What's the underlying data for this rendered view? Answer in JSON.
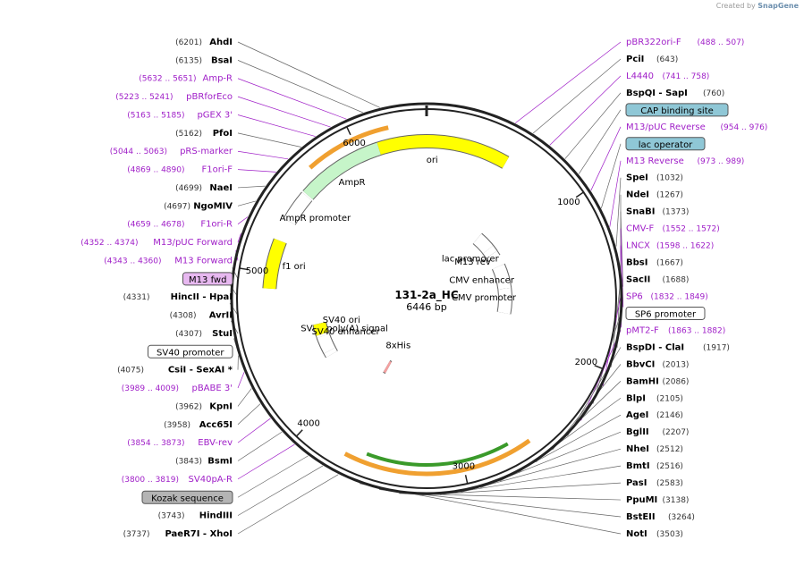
{
  "branding": {
    "created_by": "Created by",
    "app": "SnapGene"
  },
  "plasmid": {
    "name": "131-2a_HC",
    "size": "6446 bp",
    "length_bp": 6446
  },
  "ticks": [
    {
      "label": "1000",
      "bp": 1000
    },
    {
      "label": "2000",
      "bp": 2000
    },
    {
      "label": "3000",
      "bp": 3000
    },
    {
      "label": "4000",
      "bp": 4000
    },
    {
      "label": "5000",
      "bp": 5000
    },
    {
      "label": "6000",
      "bp": 6000
    }
  ],
  "features": [
    {
      "name": "ori",
      "start": 5990,
      "end": 540,
      "track": "outer",
      "color": "#ffff00",
      "dir": "cw",
      "label": "ori"
    },
    {
      "name": "lac-promoter",
      "start": 720,
      "end": 1060,
      "track": "inner",
      "color": "#ffffff",
      "dir": "cw",
      "label": "lac promoter"
    },
    {
      "name": "m13-rev",
      "start": 920,
      "end": 1000,
      "track": "inner",
      "color": "#ffffff",
      "dir": "cw",
      "label": "M13 rev"
    },
    {
      "name": "cmv-enhancer",
      "start": 1180,
      "end": 1480,
      "track": "inner",
      "color": "#ffffff",
      "dir": "cw",
      "label": "CMV enhancer"
    },
    {
      "name": "cmv-promoter",
      "start": 1480,
      "end": 1800,
      "track": "inner",
      "color": "#ffffff",
      "dir": "cw",
      "label": "CMV promoter"
    },
    {
      "name": "amp-r",
      "start": 5570,
      "end": 6130,
      "track": "outer",
      "color": "#c6f5c9",
      "dir": "cw",
      "label": "AmpR"
    },
    {
      "name": "amp-r-promoter",
      "start": 5360,
      "end": 5560,
      "track": "outer",
      "color": "#ffffff",
      "dir": "cw",
      "label": "AmpR promoter"
    },
    {
      "name": "f1-ori",
      "start": 4900,
      "end": 5220,
      "track": "outer",
      "color": "#ffff00",
      "dir": "cw",
      "label": "f1 ori"
    },
    {
      "name": "sv40-poly-a",
      "start": 4290,
      "end": 4600,
      "track": "mid",
      "color": "#ffffff",
      "dir": "ccw",
      "label": "SV40 poly(A) signal"
    },
    {
      "name": "sv40-ori",
      "start": 4500,
      "end": 4600,
      "track": "mid",
      "color": "#ffff00",
      "dir": "cw",
      "label": "SV40 ori"
    },
    {
      "name": "sv40-enhancer",
      "start": 4330,
      "end": 4480,
      "track": "mid",
      "color": "#ffffff",
      "dir": "cw",
      "label": "SV40 enhancer"
    },
    {
      "name": "8xhis",
      "start": 3740,
      "end": 3770,
      "track": "inner",
      "color": "#f4a0a0",
      "dir": "cw",
      "label": "8xHis"
    }
  ],
  "labels_right": [
    {
      "id": "pBR322ori-F",
      "text": "pBR322ori-F",
      "range": "(488 .. 507)",
      "kind": "primer"
    },
    {
      "id": "PciI",
      "text": "PciI",
      "range": "(643)",
      "kind": "enzyme"
    },
    {
      "id": "L4440",
      "text": "L4440",
      "range": "(741 .. 758)",
      "kind": "primer"
    },
    {
      "id": "BspQI",
      "text": "BspQI",
      "range": "(760)",
      "kind": "enzyme",
      "sep": " - ",
      "extra": "SapI"
    },
    {
      "id": "cap",
      "text": "CAP binding site",
      "kind": "box",
      "color": "#8fc7d6"
    },
    {
      "id": "m13puc-rev",
      "text": "M13/pUC Reverse",
      "range": "(954 .. 976)",
      "kind": "primer"
    },
    {
      "id": "lac-op",
      "text": "lac operator",
      "kind": "box",
      "color": "#8fc7d6"
    },
    {
      "id": "m13-reverse",
      "text": "M13 Reverse",
      "range": "(973 .. 989)",
      "kind": "primer"
    },
    {
      "id": "SpeI",
      "text": "SpeI",
      "range": "(1032)",
      "kind": "enzyme"
    },
    {
      "id": "NdeI",
      "text": "NdeI",
      "range": "(1267)",
      "kind": "enzyme"
    },
    {
      "id": "SnaBI",
      "text": "SnaBI",
      "range": "(1373)",
      "kind": "enzyme"
    },
    {
      "id": "CMV-F",
      "text": "CMV-F",
      "range": "(1552 .. 1572)",
      "kind": "primer"
    },
    {
      "id": "LNCX",
      "text": "LNCX",
      "range": "(1598 .. 1622)",
      "kind": "primer"
    },
    {
      "id": "BbsI",
      "text": "BbsI",
      "range": "(1667)",
      "kind": "enzyme"
    },
    {
      "id": "SacII",
      "text": "SacII",
      "range": "(1688)",
      "kind": "enzyme"
    },
    {
      "id": "SP6",
      "text": "SP6",
      "range": "(1832 .. 1849)",
      "kind": "primer"
    },
    {
      "id": "sp6-promoter",
      "text": "SP6 promoter",
      "kind": "box",
      "color": "#ffffff"
    },
    {
      "id": "pMT2-F",
      "text": "pMT2-F",
      "range": "(1863 .. 1882)",
      "kind": "primer"
    },
    {
      "id": "BspDI",
      "text": "BspDI",
      "range": "(1917)",
      "kind": "enzyme",
      "sep": " - ",
      "extra": "ClaI"
    },
    {
      "id": "BbvCI",
      "text": "BbvCI",
      "range": "(2013)",
      "kind": "enzyme"
    },
    {
      "id": "BamHI",
      "text": "BamHI",
      "range": "(2086)",
      "kind": "enzyme"
    },
    {
      "id": "BlpI",
      "text": "BlpI",
      "range": "(2105)",
      "kind": "enzyme"
    },
    {
      "id": "AgeI",
      "text": "AgeI",
      "range": "(2146)",
      "kind": "enzyme"
    },
    {
      "id": "BglII",
      "text": "BglII",
      "range": "(2207)",
      "kind": "enzyme"
    },
    {
      "id": "NheI",
      "text": "NheI",
      "range": "(2512)",
      "kind": "enzyme"
    },
    {
      "id": "BmtI",
      "text": "BmtI",
      "range": "(2516)",
      "kind": "enzyme"
    },
    {
      "id": "PasI",
      "text": "PasI",
      "range": "(2583)",
      "kind": "enzyme"
    },
    {
      "id": "PpuMI",
      "text": "PpuMI",
      "range": "(3138)",
      "kind": "enzyme"
    },
    {
      "id": "BstEII",
      "text": "BstEII",
      "range": "(3264)",
      "kind": "enzyme"
    },
    {
      "id": "NotI",
      "text": "NotI",
      "range": "(3503)",
      "kind": "enzyme"
    }
  ],
  "labels_left": [
    {
      "id": "AhdI",
      "text": "AhdI",
      "range": "(6201)",
      "kind": "enzyme"
    },
    {
      "id": "BsaI",
      "text": "BsaI",
      "range": "(6135)",
      "kind": "enzyme"
    },
    {
      "id": "Amp-R",
      "text": "Amp-R",
      "range": "(5632 .. 5651)",
      "kind": "primer"
    },
    {
      "id": "pBRforEco",
      "text": "pBRforEco",
      "range": "(5223 .. 5241)",
      "kind": "primer"
    },
    {
      "id": "pGEX3",
      "text": "pGEX 3'",
      "range": "(5163 .. 5185)",
      "kind": "primer"
    },
    {
      "id": "PfoI",
      "text": "PfoI",
      "range": "(5162)",
      "kind": "enzyme"
    },
    {
      "id": "pRS-marker",
      "text": "pRS-marker",
      "range": "(5044 .. 5063)",
      "kind": "primer"
    },
    {
      "id": "F1ori-F",
      "text": "F1ori-F",
      "range": "(4869 .. 4890)",
      "kind": "primer"
    },
    {
      "id": "NaeI",
      "text": "NaeI",
      "range": "(4699)",
      "kind": "enzyme"
    },
    {
      "id": "NgoMIV",
      "text": "NgoMIV",
      "range": "(4697)",
      "kind": "enzyme"
    },
    {
      "id": "F1ori-R",
      "text": "F1ori-R",
      "range": "(4659 .. 4678)",
      "kind": "primer"
    },
    {
      "id": "m13puc-fwd",
      "text": "M13/pUC Forward",
      "range": "(4352 .. 4374)",
      "kind": "primer"
    },
    {
      "id": "M13-Forward",
      "text": "M13 Forward",
      "range": "(4343 .. 4360)",
      "kind": "primer"
    },
    {
      "id": "m13-fwd",
      "text": "M13 fwd",
      "kind": "box",
      "color": "#e7b8f0"
    },
    {
      "id": "HincII",
      "text": "HincII",
      "range": "(4331)",
      "kind": "enzyme",
      "sep": " - ",
      "extra": "HpaI"
    },
    {
      "id": "AvrII",
      "text": "AvrII",
      "range": "(4308)",
      "kind": "enzyme"
    },
    {
      "id": "StuI",
      "text": "StuI",
      "range": "(4307)",
      "kind": "enzyme"
    },
    {
      "id": "sv40-promoter",
      "text": "SV40 promoter",
      "kind": "box",
      "color": "#ffffff"
    },
    {
      "id": "CsiI",
      "text": "CsiI",
      "range": "(4075)",
      "kind": "enzyme",
      "sep": " - ",
      "extra": "SexAI *"
    },
    {
      "id": "pBABE3",
      "text": "pBABE 3'",
      "range": "(3989 .. 4009)",
      "kind": "primer"
    },
    {
      "id": "KpnI",
      "text": "KpnI",
      "range": "(3962)",
      "kind": "enzyme"
    },
    {
      "id": "Acc65I",
      "text": "Acc65I",
      "range": "(3958)",
      "kind": "enzyme"
    },
    {
      "id": "EBV-rev",
      "text": "EBV-rev",
      "range": "(3854 .. 3873)",
      "kind": "primer"
    },
    {
      "id": "BsmI",
      "text": "BsmI",
      "range": "(3843)",
      "kind": "enzyme"
    },
    {
      "id": "SV40pA-R",
      "text": "SV40pA-R",
      "range": "(3800 .. 3819)",
      "kind": "primer"
    },
    {
      "id": "kozak",
      "text": "Kozak sequence",
      "kind": "box",
      "color": "#b4b4b4"
    },
    {
      "id": "HindIII",
      "text": "HindIII",
      "range": "(3743)",
      "kind": "enzyme"
    },
    {
      "id": "PaeR7I",
      "text": "PaeR7I",
      "range": "(3737)",
      "kind": "enzyme",
      "sep": " - ",
      "extra": "XhoI"
    }
  ],
  "colors": {
    "primer": "#a020c8",
    "enzyme": "#000000",
    "line": "#555555",
    "orange": "#f0a030",
    "green": "#3a9a2a"
  }
}
